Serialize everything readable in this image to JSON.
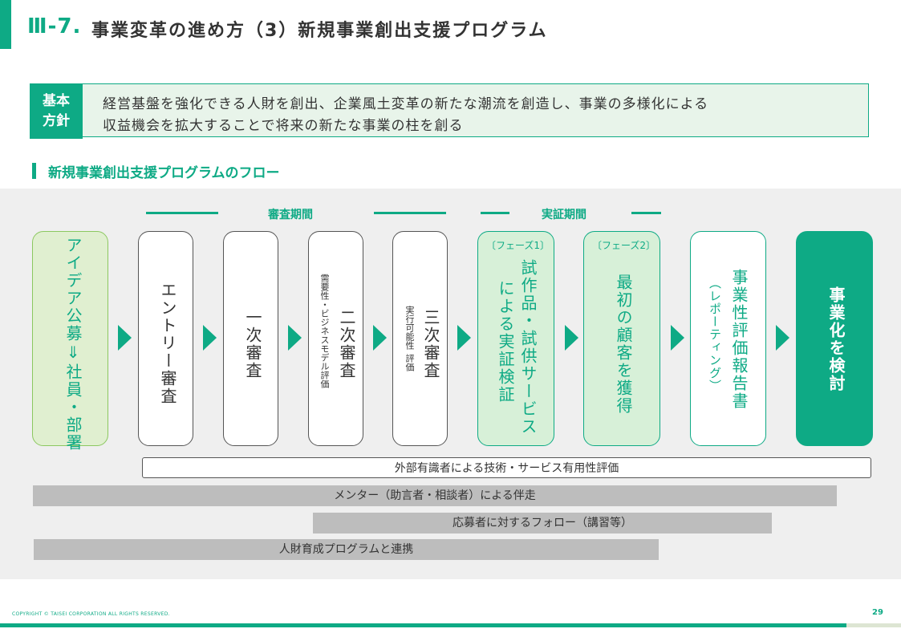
{
  "header": {
    "number": "Ⅲ-7.",
    "title": "事業変革の進め方（3）新規事業創出支援プログラム"
  },
  "policy": {
    "label_line1": "基本",
    "label_line2": "方針",
    "line1": "経営基盤を強化できる人財を創出、企業風土変革の新たな潮流を創造し、事業の多様化による",
    "line2": "収益機会を拡大することで将来の新たな事業の柱を創る"
  },
  "section": {
    "title": "新規事業創出支援プログラムのフロー"
  },
  "periods": {
    "review": "審査期間",
    "proof": "実証期間"
  },
  "flow": {
    "step1": "アイデア公募⇓社員・部署",
    "step2": "エントリー審査",
    "step3": "一次審査",
    "step4_main": "二次審査",
    "step4_sub": "需要性・ビジネスモデル評価",
    "step5_main": "三次審査",
    "step5_sub_line1": "実行可能性",
    "step5_sub_line2": "評価",
    "step6_phase": "〔フェーズ1〕",
    "step6_line1": "試作品・試供サービス",
    "step6_line2": "による実証検証",
    "step7_phase": "〔フェーズ2〕",
    "step7_main": "最初の顧客を獲得",
    "step8_main": "事業性評価報告書",
    "step8_sub": "（レポーティング）",
    "step9": "事業化を検討"
  },
  "support_bars": {
    "external": "外部有識者による技術・サービス有用性評価",
    "mentor": "メンター（助言者・相談者）による伴走",
    "followup": "応募者に対するフォロー（講習等）",
    "training": "人財育成プログラムと連携"
  },
  "footer": {
    "copyright": "COPYRIGHT © TAISEI CORPORATION ALL RIGHTS RESERVED.",
    "page": "29"
  },
  "colors": {
    "accent": "#0eaa85",
    "light_green": "#e0efd0",
    "mint": "#d7f0d8",
    "gray_bar": "#bdbdbd"
  }
}
